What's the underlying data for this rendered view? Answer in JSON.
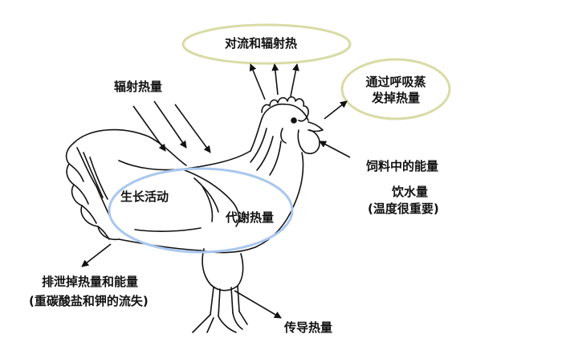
{
  "colors": {
    "ink": "#111111",
    "oval_yellow": "#d9dba6",
    "oval_blue": "#a9c7ee"
  },
  "labels": {
    "convection_radiation": "对流和辐射热",
    "radiant_heat": "辐射热量",
    "respiration_heat_line1": "通过呼吸蒸",
    "respiration_heat_line2": "发掉热量",
    "feed_energy": "饲料中的能量",
    "water_intake": "饮水量",
    "water_temp_note": "(温度很重要)",
    "growth_activity": "生长活动",
    "metabolic_heat": "代谢热量",
    "excretion_line1": "排泄掉热量和能量",
    "excretion_line2": "(重碳酸盐和钾的流失)",
    "conduction_heat": "传导热量"
  }
}
